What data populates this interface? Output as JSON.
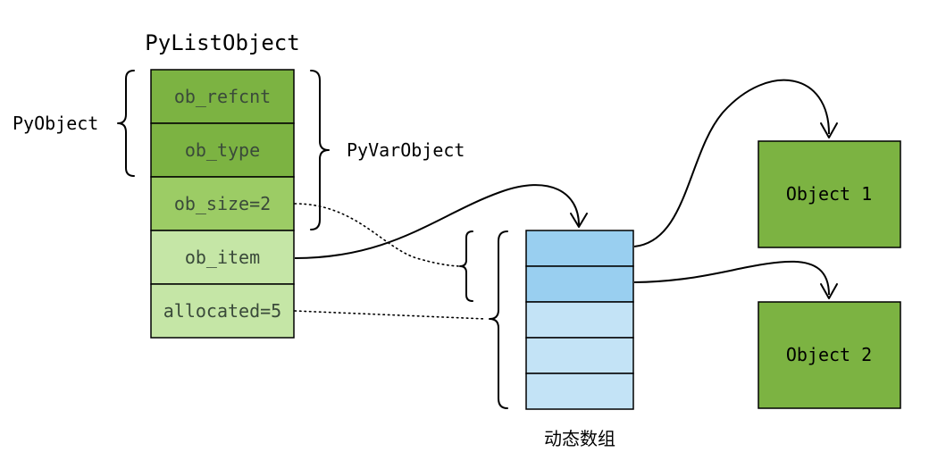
{
  "title": "PyListObject",
  "struct_fields": [
    {
      "label": "ob_refcnt",
      "color": "#7cb342"
    },
    {
      "label": "ob_type",
      "color": "#7cb342"
    },
    {
      "label": "ob_size=2",
      "color": "#9ccc65"
    },
    {
      "label": "ob_item",
      "color": "#c5e6a6"
    },
    {
      "label": "allocated=5",
      "color": "#c5e6a6"
    }
  ],
  "brace_labels": {
    "pyobject": "PyObject",
    "pyvarobject": "PyVarObject"
  },
  "array": {
    "label": "动态数组",
    "used_color": "#99cff0",
    "free_color": "#c3e3f6",
    "used_slots": 2,
    "total_slots": 5
  },
  "objects": [
    {
      "label": "Object 1",
      "color": "#7cb342"
    },
    {
      "label": "Object 2",
      "color": "#7cb342"
    }
  ]
}
